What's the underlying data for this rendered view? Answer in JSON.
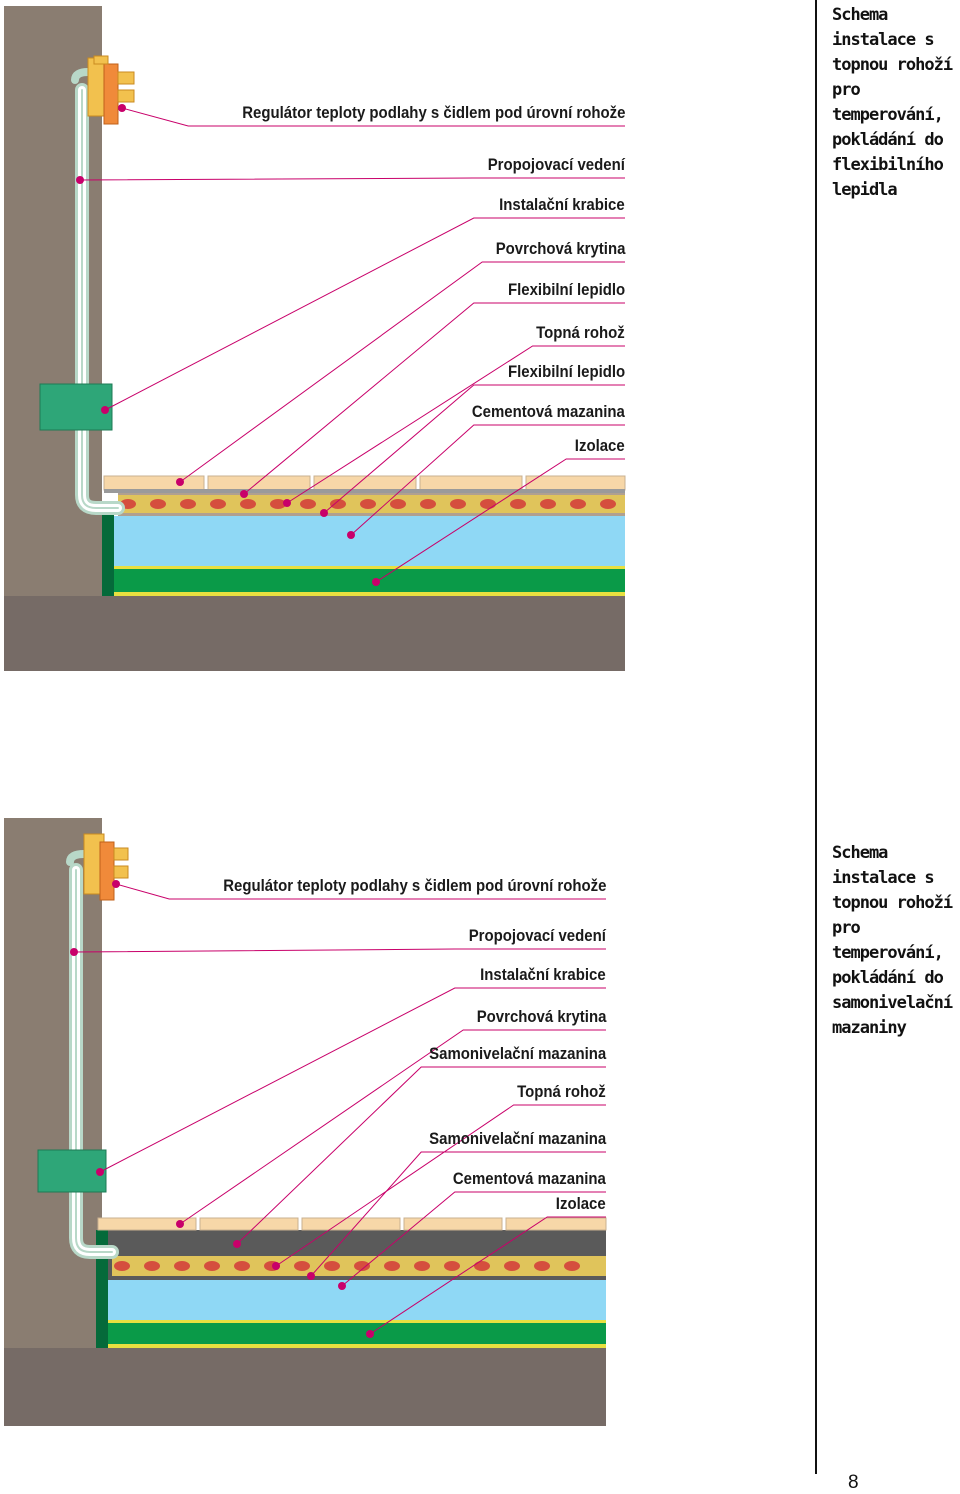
{
  "diagrams": [
    {
      "labels": [
        "Regulátor teploty podlahy s čidlem pod úrovní rohože",
        "Propojovací vedení",
        "Instalační krabice",
        "Povrchová krytina",
        "Flexibilní lepidlo",
        "Topná rohož",
        "Flexibilní lepidlo",
        "Cementová mazanina",
        "Izolace"
      ],
      "caption": "Schema instalace s topnou rohoží pro temperování, pokládání do flexibilního lepidla"
    },
    {
      "labels": [
        "Regulátor teploty podlahy s čidlem pod úrovní rohože",
        "Propojovací vedení",
        "Instalační krabice",
        "Povrchová krytina",
        "Samonivelační mazanina",
        "Topná rohož",
        "Samonivelační mazanina",
        "Cementová mazanina",
        "Izolace"
      ],
      "caption": "Schema instalace s topnou rohoží pro temperování, pokládání do samonivelační mazaniny"
    }
  ],
  "page_number": "8",
  "colors": {
    "wall": "#8a7d71",
    "floor_base": "#766b66",
    "insulation": "#8fd8f5",
    "green_layer": "#0a9a48",
    "adhesive": "#e0c45b",
    "heating_dot": "#d23a3a",
    "tiles": "#f7d7a8",
    "screed": "#5a5a5a",
    "junction_box": "#2ea678",
    "leader": "#c8006a"
  }
}
